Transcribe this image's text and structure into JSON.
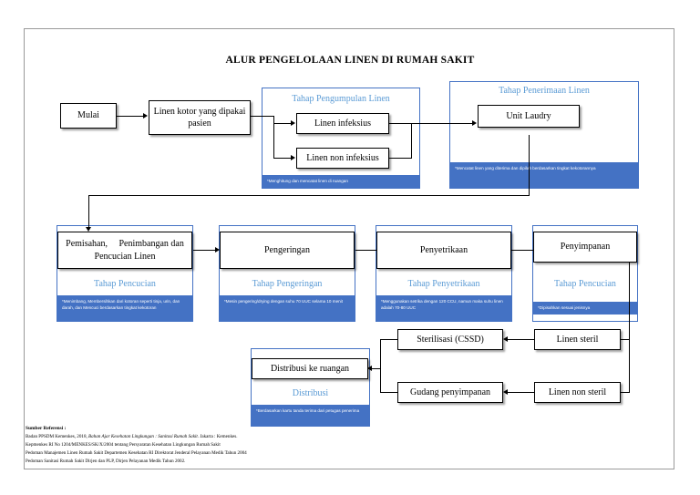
{
  "document": {
    "title": "ALUR PENGELOLAAN LINEN DI RUMAH SAKIT"
  },
  "stages": {
    "pengumpulan": {
      "label": "Tahap Pengumpulan Linen",
      "note": "*Menghitung dan mencatat linen di ruangan"
    },
    "penerimaan": {
      "label": "Tahap Penerimaan Linen",
      "note": "*Mencatat linen yang diterima dan dipilah berdasarkan tingkat kekotorannya"
    },
    "pencucian": {
      "label": "Tahap Pencucian",
      "note": "*Menimbang, Membersihkan dari kotoran seperti tinja, urin, dan darah, dan Mencuci berdasarkan tingkat kekotoran"
    },
    "pengeringan": {
      "label": "Tahap Pengeringan",
      "note": "*Mesin pengering/drying dengan suhu 70 UUC selama 10 menit"
    },
    "penyetrikaan": {
      "label": "Tahap Penyetrikaan",
      "note": "*Menggunakan setrika dengan 120 CCU, namun maka suhu linen adalah 70-80 UUC"
    },
    "penyimpanan": {
      "label": "Tahap Pencucian",
      "note": "*Dipisahkan sesuai jenisnya"
    },
    "distribusi": {
      "label": "Distribusi",
      "note": "*Berdasarkan kartu tanda terima dari petugas penerima"
    }
  },
  "nodes": {
    "mulai": "Mulai",
    "linen_kotor": "Linen kotor yang dipakai pasien",
    "linen_infeksius": "Linen infeksius",
    "linen_non_infeksius": "Linen non infeksius",
    "unit_laundry": "Unit Laudry",
    "pemisahan": "Pemisahan,  Penimbangan dan Pencucian Linen",
    "pengeringan": "Pengeringan",
    "penyetrikaan": "Penyetrikaan",
    "penyimpanan": "Penyimpanan",
    "sterilisasi": "Sterilisasi (CSSD)",
    "linen_steril": "Linen steril",
    "gudang": "Gudang penyimpanan",
    "linen_non_steril": "Linen non steril",
    "distribusi_ruangan": "Distribusi ke ruangan"
  },
  "references": {
    "heading": "Sumber Referensi :",
    "line1_a": "Badan PPSDM Kemenkes, 2018, ",
    "line1_b": "Bahan Ajar Kesehatan Lingkungan : Sanitasi Rumah Sakit",
    "line1_c": ". Jakarta : Kemenkes.",
    "line2": "Kepmenkes RI No 1204/MENKES/SK/X/2004 tentang Persyaratan Kesehatan Lingkungan Rumah Sakit",
    "line3": "Pedoman Manajemen Linen Rumah Sakit Departemen Kesehatan RI Direktorat Jenderal Pelayanan Medik Tahun 2004",
    "line4": "Pedoman Sanitasi Rumah Sakit Dirjen dan PLP, Dirjen Pelayanan Medik Tahun 2002."
  },
  "colors": {
    "stage_border": "#4472c4",
    "stage_label": "#5b9bd5",
    "note_bg": "#4472c4",
    "note_text": "#ffffff"
  }
}
